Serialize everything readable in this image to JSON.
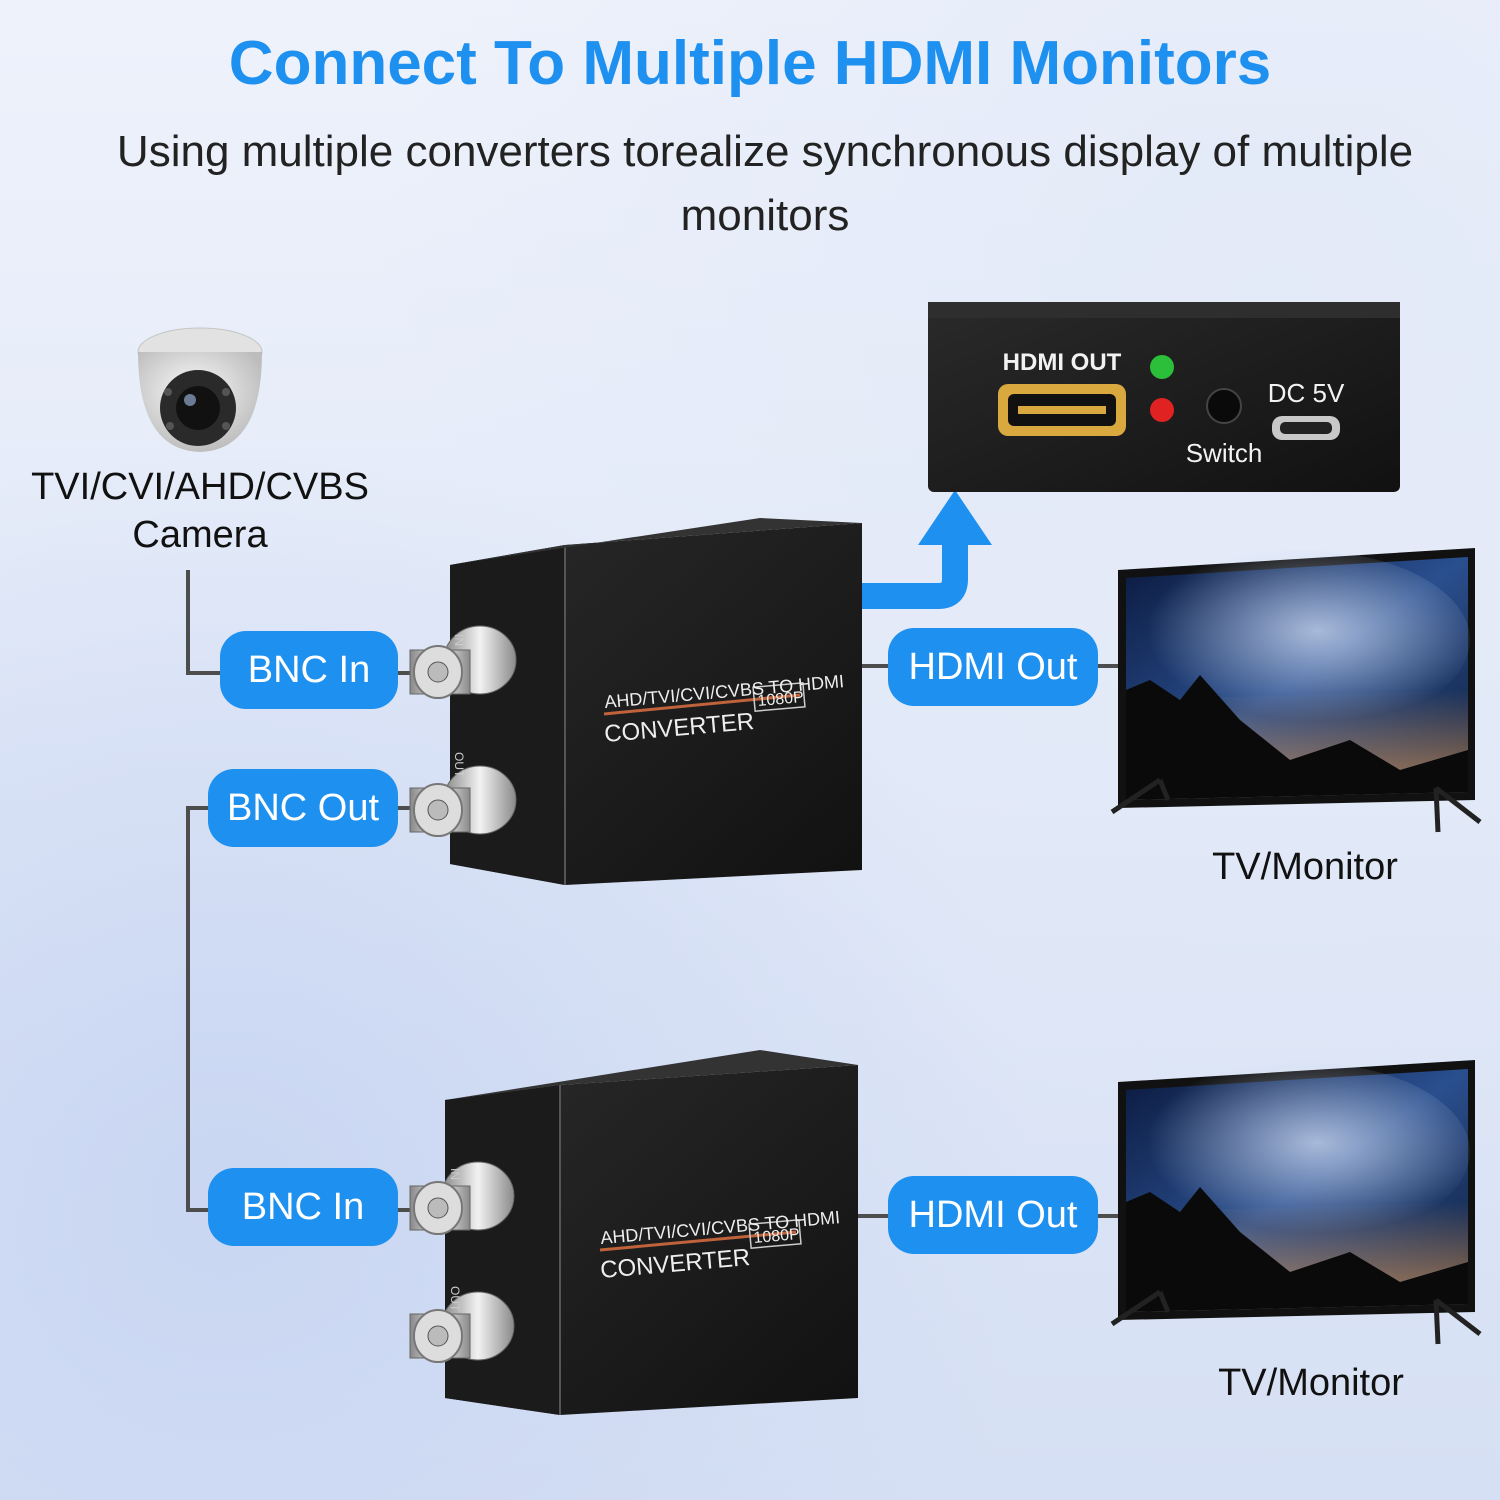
{
  "header": {
    "title": "Connect To Multiple HDMI Monitors",
    "subtitle": "Using multiple converters torealize synchronous display of multiple monitors"
  },
  "camera": {
    "label_line1": "TVI/CVI/AHD/CVBS",
    "label_line2": "Camera",
    "icon": "dome-camera-icon"
  },
  "converter_top": {
    "bnc_in_label": "BNC In",
    "bnc_out_label": "BNC Out",
    "hdmi_out_label": "HDMI Out",
    "device_text_line1": "AHD/TVI/CVI/CVBS TO HDMI",
    "device_text_line2": "CONVERTER",
    "device_badge": "1080P",
    "port_in_mark": "IN",
    "port_out_mark": "OUT"
  },
  "converter_bottom": {
    "bnc_in_label": "BNC In",
    "hdmi_out_label": "HDMI Out",
    "device_text_line1": "AHD/TVI/CVI/CVBS TO HDMI",
    "device_text_line2": "CONVERTER",
    "device_badge": "1080P",
    "port_in_mark": "IN",
    "port_out_mark": "OUT"
  },
  "rear_panel": {
    "hdmi_out": "HDMI OUT",
    "dc": "DC 5V",
    "switch": "Switch"
  },
  "monitors": [
    {
      "label": "TV/Monitor"
    },
    {
      "label": "TV/Monitor"
    }
  ],
  "colors": {
    "accent": "#1e90f0",
    "line": "#4d4d4d",
    "device": "#1c1c1c"
  }
}
